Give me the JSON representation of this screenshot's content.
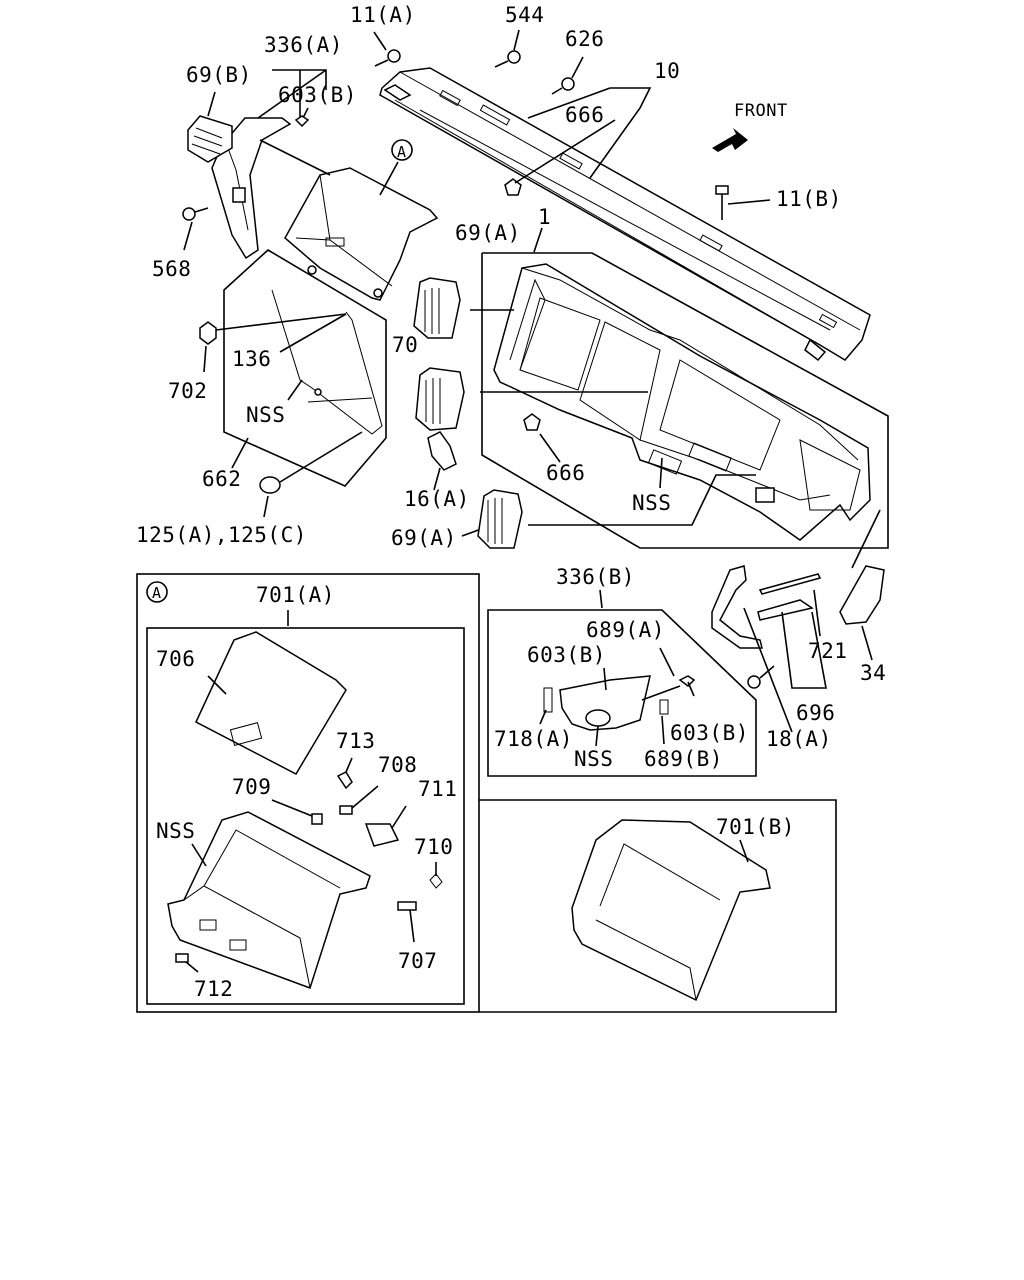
{
  "labels": {
    "l_11a": "11(A)",
    "l_544": "544",
    "l_626": "626",
    "l_336a": "336(A)",
    "l_10": "10",
    "l_69b": "69(B)",
    "l_603b_top": "603(B)",
    "l_666_top": "666",
    "l_front": "FRONT",
    "l_circle_a_top": "A",
    "l_11b": "11(B)",
    "l_568": "568",
    "l_69a_top": "69(A)",
    "l_1": "1",
    "l_702": "702",
    "l_136": "136",
    "l_70": "70",
    "l_nss_left": "NSS",
    "l_666_mid": "666",
    "l_662": "662",
    "l_16a": "16(A)",
    "l_nss_mid": "NSS",
    "l_125": "125(A),125(C)",
    "l_69a_bot": "69(A)",
    "l_336b": "336(B)",
    "l_circle_a_box": "A",
    "l_701a": "701(A)",
    "l_689a": "689(A)",
    "l_603b_mid": "603(B)",
    "l_721": "721",
    "l_34": "34",
    "l_706": "706",
    "l_696": "696",
    "l_718a": "718(A)",
    "l_603b_right": "603(B)",
    "l_18a": "18(A)",
    "l_nss_inset": "NSS",
    "l_689b": "689(B)",
    "l_713": "713",
    "l_708": "708",
    "l_709": "709",
    "l_711": "711",
    "l_701b": "701(B)",
    "l_nss_box": "NSS",
    "l_710": "710",
    "l_707": "707",
    "l_712": "712"
  }
}
